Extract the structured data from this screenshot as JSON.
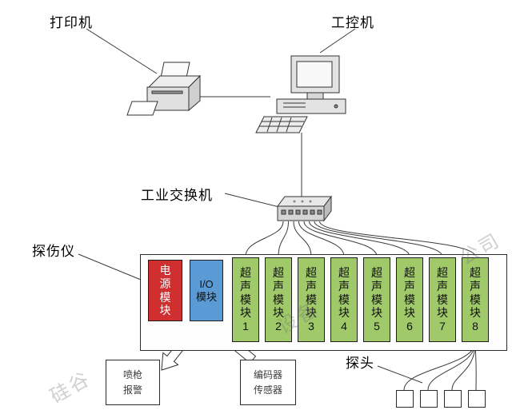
{
  "labels": {
    "printer": "打印机",
    "computer": "工控机",
    "switch": "工业交换机",
    "detector": "探伤仪",
    "probe": "探头"
  },
  "detector": {
    "modules": [
      {
        "id": "power",
        "label": "电源模块",
        "color": "#cf2f2f"
      },
      {
        "id": "io",
        "label": "I/O模块",
        "color": "#5b9bd5"
      },
      {
        "id": "ultra1",
        "label": "超声模块1",
        "color": "#a0c96a"
      },
      {
        "id": "ultra2",
        "label": "超声模块2",
        "color": "#a0c96a"
      },
      {
        "id": "ultra3",
        "label": "超声模块3",
        "color": "#a0c96a"
      },
      {
        "id": "ultra4",
        "label": "超声模块4",
        "color": "#a0c96a"
      },
      {
        "id": "ultra5",
        "label": "超声模块5",
        "color": "#a0c96a"
      },
      {
        "id": "ultra6",
        "label": "超声模块6",
        "color": "#a0c96a"
      },
      {
        "id": "ultra7",
        "label": "超声模块7",
        "color": "#a0c96a"
      },
      {
        "id": "ultra8",
        "label": "超声模块8",
        "color": "#a0c96a"
      }
    ]
  },
  "boxes": {
    "alarm": [
      "喷枪",
      "报警"
    ],
    "encoder": [
      "编码器",
      "传感器"
    ]
  },
  "probes": {
    "count": 4
  },
  "icons": {
    "printer": "printer-icon",
    "computer": "workstation-icon",
    "switch": "network-switch-icon"
  },
  "watermark": {
    "fragments": [
      "硅谷",
      "设备",
      "公司"
    ]
  },
  "colors": {
    "line": "#3a3a3a",
    "power_module": "#cf2f2f",
    "io_module": "#5b9bd5",
    "ultrasonic_module": "#a0c96a"
  }
}
